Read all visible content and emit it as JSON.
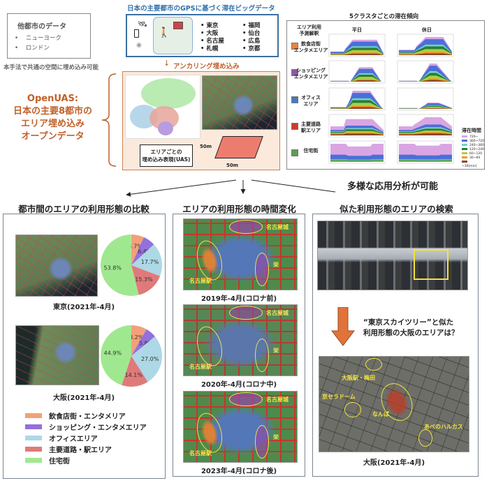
{
  "other_cities": {
    "title": "他都市のデータ",
    "items": [
      "ニューヨーク",
      "ロンドン"
    ],
    "note": "本手法で共通の空間に埋め込み可能"
  },
  "bigdata": {
    "title": "日本の主要都市のGPSに基づく滞在ビッグデータ",
    "cities": [
      "東京",
      "大阪",
      "名古屋",
      "札幌",
      "福岡",
      "仙台",
      "広島",
      "京都"
    ]
  },
  "embedding": {
    "arrow_label": "アンカリング埋め込み",
    "uas_label": "エリアごとの\n埋め込み表現(UAS)",
    "size_v": "50m",
    "size_h": "50m"
  },
  "openuas": {
    "title": "OpenUAS:",
    "lines": [
      "日本の主要8都市の",
      "エリア埋め込み",
      "オープンデータ"
    ]
  },
  "clusters": {
    "title": "5クラスタごとの滞在傾向",
    "header": "エリア利用\n予測解釈",
    "weekday": "平日",
    "holiday": "休日",
    "rows": [
      {
        "label": "飲食店街\nエンタメエリア",
        "color": "#e8853d"
      },
      {
        "label": "ショッピング\nエンタメエリア",
        "color": "#8e5aa6"
      },
      {
        "label": "オフィス\nエリア",
        "color": "#4a78c0"
      },
      {
        "label": "主要道路\n駅エリア",
        "color": "#cc3b2b"
      },
      {
        "label": "住宅街",
        "color": "#5d9c55"
      }
    ],
    "legend_title": "滞在時間",
    "legend": [
      {
        "label": "720~",
        "color": "#d9a6e3"
      },
      {
        "label": "360~720",
        "color": "#4a6fd8"
      },
      {
        "label": "240~360",
        "color": "#72d1c8"
      },
      {
        "label": "120~240",
        "color": "#2e7d32"
      },
      {
        "label": "60~120",
        "color": "#a5d24a"
      },
      {
        "label": "30~60",
        "color": "#f39a2c"
      },
      {
        "label": "~30[min]",
        "color": "#8b4a2b"
      }
    ]
  },
  "applications": "多様な応用分析が可能",
  "compare": {
    "title": "都市間のエリアの利用形態の比較",
    "tokyo_caption": "東京(2021年-4月)",
    "osaka_caption": "大阪(2021年-4月)",
    "tokyo_pie": [
      6.7,
      6.4,
      17.7,
      15.3,
      53.8
    ],
    "osaka_pie": [
      8.2,
      5.8,
      27.0,
      14.1,
      44.9
    ],
    "tokyo_labels": [
      "6.7%",
      "6.4%",
      "17.7%",
      "15.3%",
      "53.8%"
    ],
    "osaka_labels": [
      "8.2%",
      "5.8%",
      "27.0%",
      "14.1%",
      "44.9%"
    ],
    "legend": [
      {
        "label": "飲食店街・エンタメリア",
        "color": "#f2a07b"
      },
      {
        "label": "ショッピング・エンタメエリア",
        "color": "#9370db"
      },
      {
        "label": "オフィスエリア",
        "color": "#add8e6"
      },
      {
        "label": "主要道路・駅エリア",
        "color": "#e07a7a"
      },
      {
        "label": "住宅街",
        "color": "#a0e890"
      }
    ]
  },
  "timechange": {
    "title": "エリアの利用形態の時間変化",
    "labels": [
      "名古屋城",
      "栄",
      "名古屋駅"
    ],
    "captions": [
      "2019年-4月(コロナ前)",
      "2020年-4月(コロナ中)",
      "2023年-4月(コロナ後)"
    ]
  },
  "search": {
    "title": "似た利用形態のエリアの検索",
    "question": "“東京スカイツリー”と似た\n利用形態の大阪のエリアは？",
    "places": [
      "大阪駅・梅田",
      "京セラドーム",
      "なんば",
      "あべのハルカス"
    ],
    "caption": "大阪(2021年-4月)"
  }
}
